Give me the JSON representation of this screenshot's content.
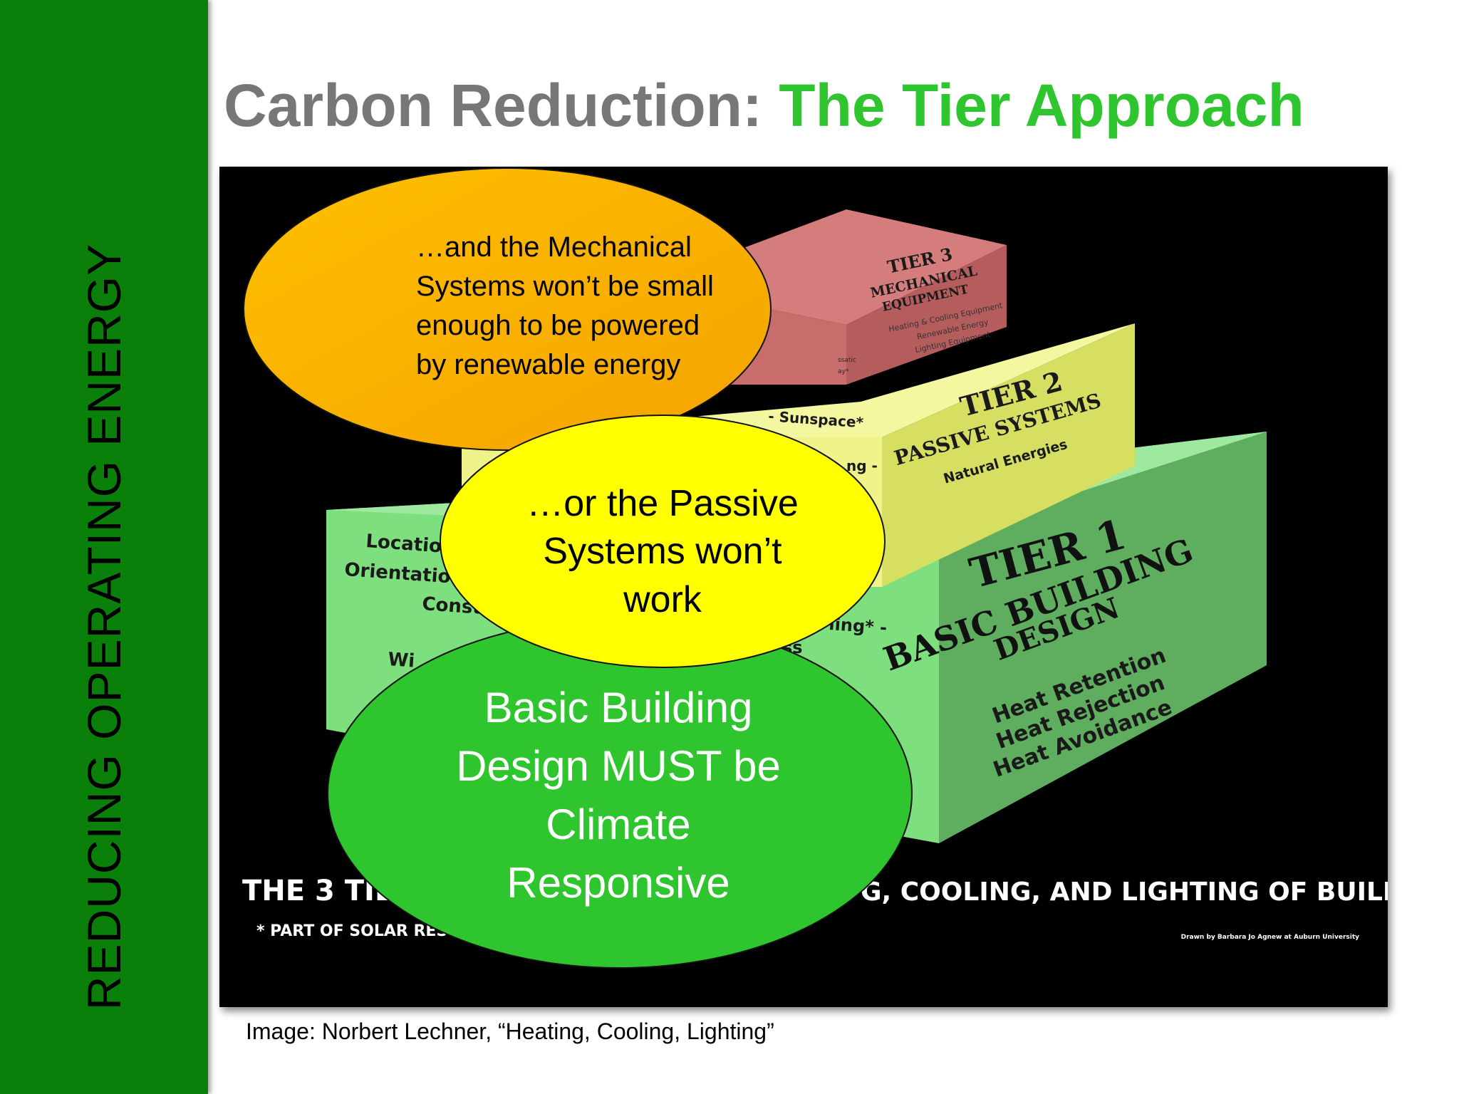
{
  "sidebar": {
    "label": "REDUCING OPERATING ENERGY",
    "color": "#0a7f0a"
  },
  "title": {
    "part1": "Carbon Reduction: ",
    "part2": "The Tier Approach",
    "color1": "#777777",
    "color2": "#2ec52e"
  },
  "pyramid": {
    "tier3": {
      "heading1": "TIER 3",
      "heading2": "MECHANICAL",
      "heading3": "EQUIPMENT",
      "items": [
        "Heating & Cooling Equipment",
        "Renewable Energy",
        "Lighting Equipment"
      ],
      "color": "#c66666"
    },
    "tier2": {
      "heading1": "TIER 2",
      "heading2": "PASSIVE SYSTEMS",
      "subheading": "Natural Energies",
      "front_items": [
        "- Sunspace*",
        "ng -",
        "ling* -",
        "ss"
      ],
      "color": "#e4ec78"
    },
    "tier1": {
      "heading1": "TIER 1",
      "heading2": "BASIC BUILDING",
      "heading3": "DESIGN",
      "items": [
        "Heat Retention",
        "Heat Rejection",
        "Heat Avoidance"
      ],
      "front_items": [
        "Location",
        "Orientation",
        "Const",
        "Wi"
      ],
      "color": "#78d878"
    },
    "footer": "THE 3 TIE",
    "footer_right": "G, COOLING, AND LIGHTING OF BUILDINGS",
    "footnote": "* PART OF SOLAR RES",
    "credit": "Drawn by Barbara Jo Agnew at Auburn University",
    "partial_small": "ssatic",
    "partial_small2": "ay*"
  },
  "ellipses": {
    "mechanical": {
      "lines": [
        "…and the Mechanical",
        "Systems won’t be small",
        "enough to be powered",
        "by renewable energy"
      ],
      "color": "#f9b300"
    },
    "passive": {
      "lines": [
        "…or the Passive",
        "Systems won’t",
        "work"
      ],
      "color": "#ffff00"
    },
    "basic": {
      "lines": [
        "Basic Building",
        "Design MUST be",
        "Climate",
        "Responsive"
      ],
      "color": "#2ec52e"
    }
  },
  "caption": "Image: Norbert Lechner, “Heating, Cooling, Lighting”"
}
